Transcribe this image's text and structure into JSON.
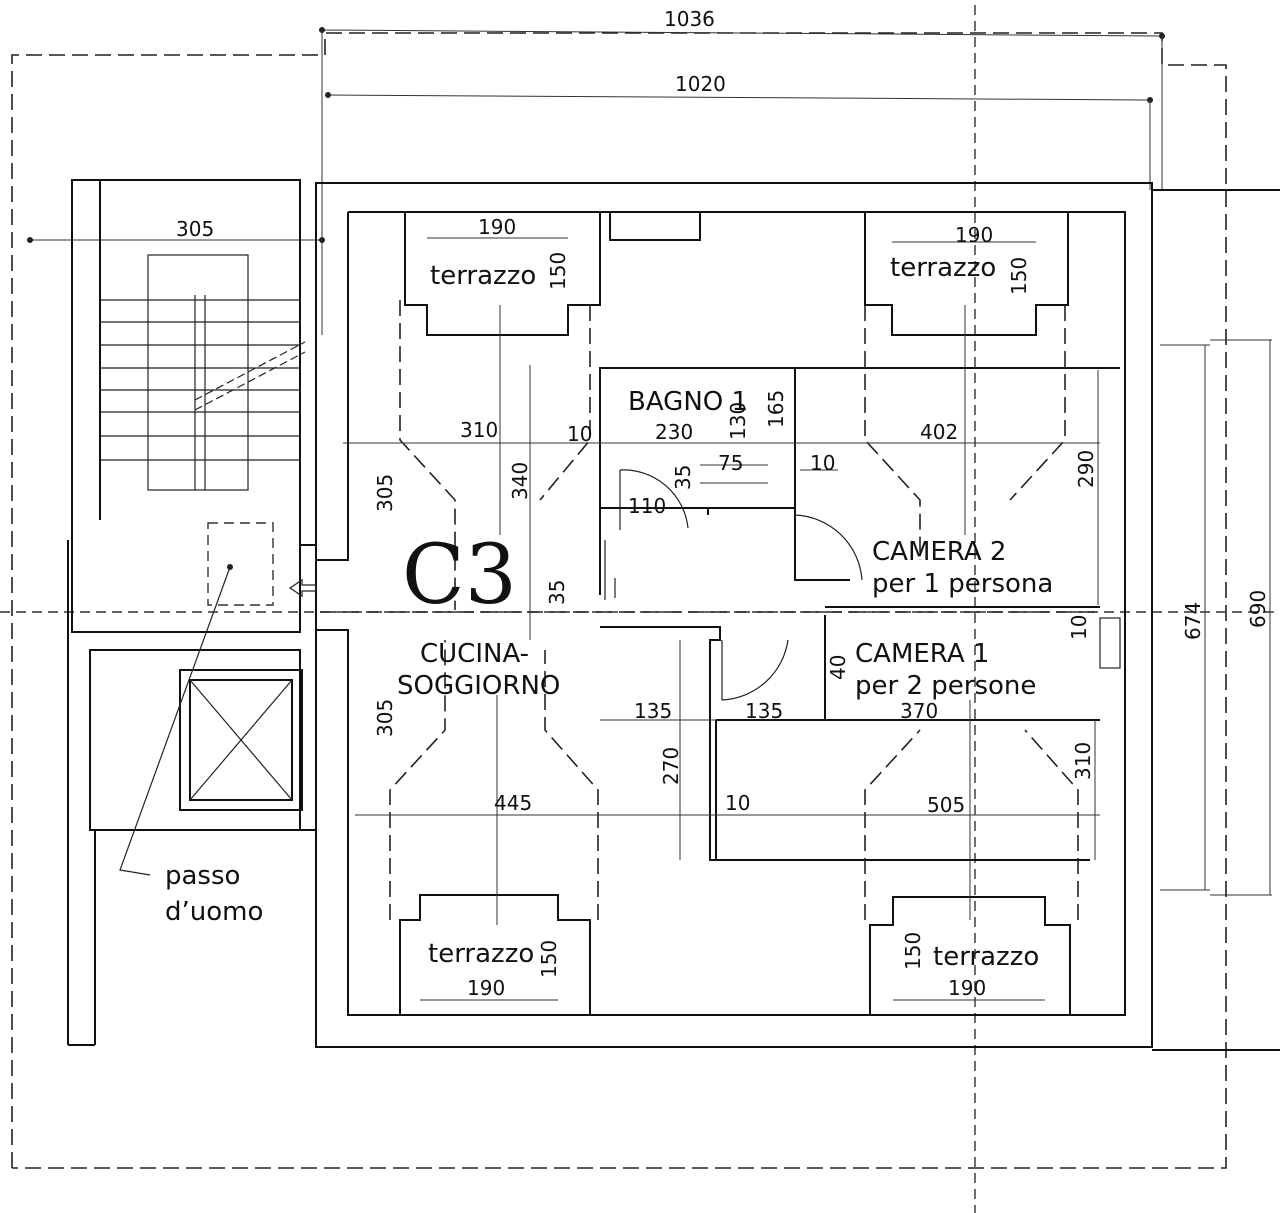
{
  "plan": {
    "unit_code": "C3",
    "rooms": {
      "bagno": "BAGNO 1",
      "cucina_line1": "CUCINA-",
      "cucina_line2": "SOGGIORNO",
      "camera2_line1": "CAMERA 2",
      "camera2_line2": "per 1 persona",
      "camera1_line1": "CAMERA 1",
      "camera1_line2": "per 2 persone"
    },
    "terraces": {
      "top_left": "terrazzo",
      "top_right": "terrazzo",
      "bottom_left": "terrazzo",
      "bottom_right": "terrazzo"
    },
    "stair_note_line1": "passo",
    "stair_note_line2": "d’uomo",
    "dimensions": {
      "overall_width": "1036",
      "inner_width": "1020",
      "stair_width": "305",
      "terrace_tl_w": "190",
      "terrace_tl_h": "150",
      "terrace_tr_w": "190",
      "terrace_tr_h": "150",
      "terrace_bl_w": "190",
      "terrace_bl_h": "150",
      "terrace_br_w": "190",
      "terrace_br_h": "150",
      "living_top_w": "310",
      "living_top_h": "340",
      "living_left_top": "305",
      "living_left_bottom": "305",
      "wall_10_a": "10",
      "bath_w": "230",
      "bath_h1": "130",
      "bath_h2": "165",
      "shower_w": "75",
      "door_35": "35",
      "wall_10_b": "10",
      "hall_110": "110",
      "cam2_w": "402",
      "cam2_h": "290",
      "passage_35": "35",
      "cam1_offset": "40",
      "wall_10_c": "10",
      "hall_135_a": "135",
      "hall_135_b": "135",
      "cam1_w": "370",
      "cam1_h": "310",
      "kitchen_w": "445",
      "kitchen_h": "270",
      "wall_10_d": "10",
      "bottom_right_w": "505",
      "side_674": "674",
      "side_690": "690"
    }
  }
}
